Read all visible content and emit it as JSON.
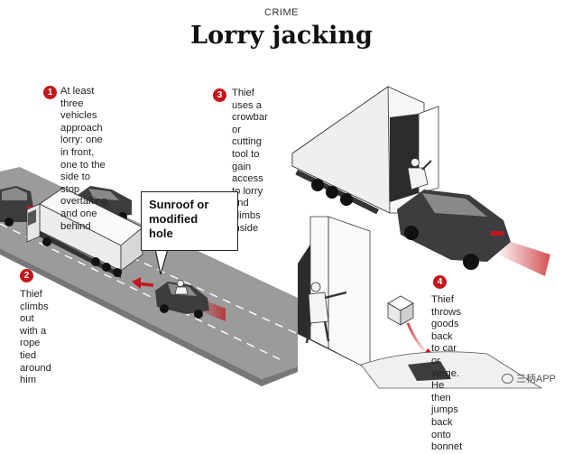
{
  "header": {
    "kicker": "CRIME",
    "title": "Lorry jacking"
  },
  "steps": [
    {
      "number": "1",
      "text": "At least three\nvehicles approach\nlorry: one in front,\none to the side to\nstop overtaking,\nand one behind"
    },
    {
      "number": "2",
      "text": "Thief climbs out\nwith a rope tied\naround him"
    },
    {
      "number": "3",
      "text": "Thief uses a\ncrowbar or cutting\ntool to gain access\nto lorry and climbs\ninside"
    },
    {
      "number": "4",
      "text": "Thief throws goods\nback to car or verge.\nHe then jumps back\nonto bonnet"
    }
  ],
  "callout": {
    "text": "Sunroof or\nmodified\nhole"
  },
  "watermark": {
    "text": "三柄APP"
  },
  "colors": {
    "accent": "#c4161c",
    "road": "#8e8e8e",
    "car": "#3d3d3f",
    "truck": "#f2f2f2"
  }
}
